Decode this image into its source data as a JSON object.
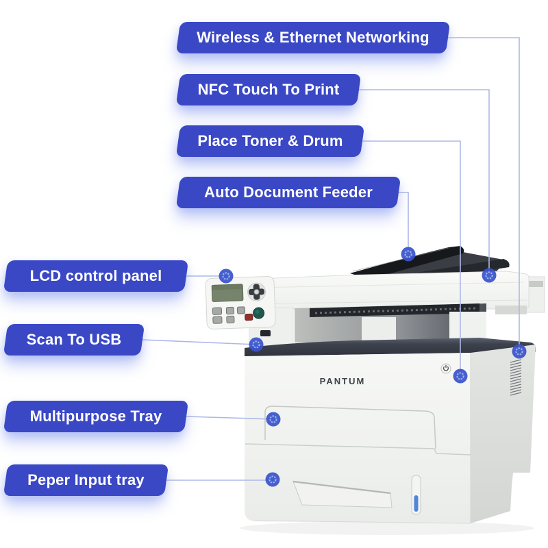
{
  "brand_logo": "PANTUM",
  "colors": {
    "background": "#ffffff",
    "label_bg": "#3a48c6",
    "label_text": "#ffffff",
    "label_glow": "#c7d0f6",
    "callout_line": "#adb8e8",
    "dot_fill": "#3a53cb",
    "dot_inner_ring": "#9db7f0",
    "printer_dark": "#23262b",
    "deck_band": "#3c414c",
    "lcd_screen": "#75846a",
    "green_button": "#1d5a4c",
    "red_button": "#93302a",
    "paper_level_blue": "#4f86d8"
  },
  "callouts": [
    {
      "id": "wireless",
      "text": "Wireless & Ethernet Networking",
      "side": "right"
    },
    {
      "id": "nfc",
      "text": "NFC Touch To Print",
      "side": "right"
    },
    {
      "id": "toner",
      "text": "Place Toner & Drum",
      "side": "right"
    },
    {
      "id": "adf",
      "text": "Auto Document Feeder",
      "side": "right"
    },
    {
      "id": "lcd",
      "text": "LCD control panel",
      "side": "left"
    },
    {
      "id": "usb",
      "text": "Scan To USB",
      "side": "left"
    },
    {
      "id": "mp_tray",
      "text": "Multipurpose Tray",
      "side": "left"
    },
    {
      "id": "paper_tray",
      "text": "Peper Input tray",
      "side": "left"
    }
  ],
  "icons": {
    "power_button": "power-symbol",
    "callout_marker": "target-dot"
  }
}
